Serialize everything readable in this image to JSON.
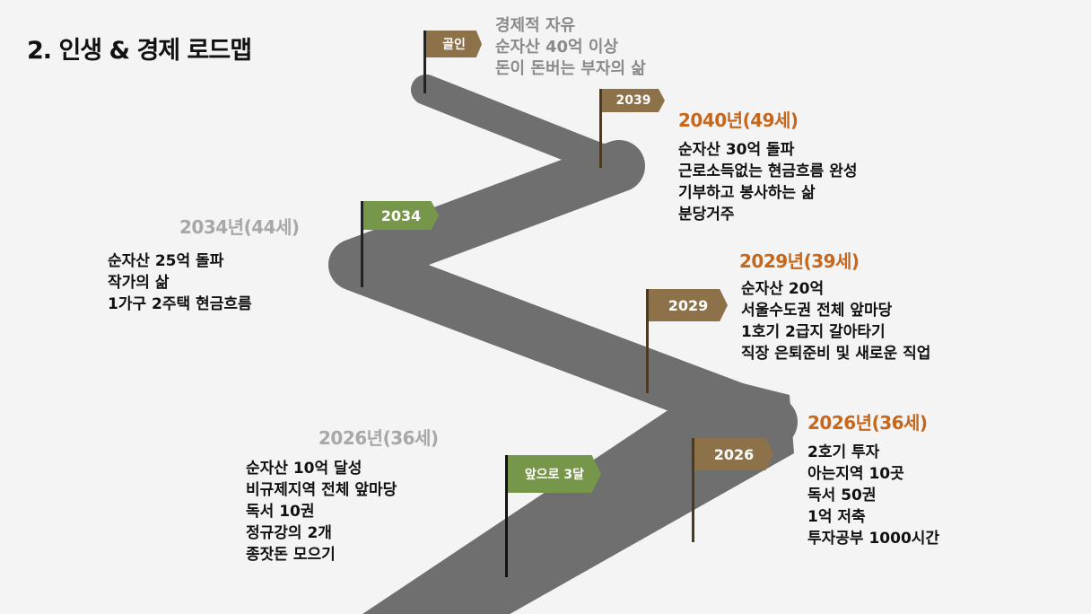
{
  "title": "2. 인생 & 경제 로드맵",
  "colors": {
    "road": "#6f6f6f",
    "brown_flag": "#8d7148",
    "green_flag": "#76964a",
    "orange_text": "#c8661a",
    "gray_text": "#a8a8a8"
  },
  "flags": {
    "goal": "골인",
    "f2039": "2039",
    "f2034": "2034",
    "f2029": "2029",
    "f2026": "2026",
    "now": "앞으로 3달"
  },
  "goal": {
    "lines": [
      "경제적 자유",
      "순자산 40억 이상",
      "돈이 돈버는 부자의 삶"
    ]
  },
  "m2040": {
    "year": "2040년(49세)",
    "lines": [
      "순자산 30억 돌파",
      "근로소득없는 현금흐름 완성",
      "기부하고 봉사하는 삶",
      "분당거주"
    ]
  },
  "m2034": {
    "year": "2034년(44세)",
    "lines": [
      "순자산 25억 돌파",
      "작가의 삶",
      "1가구 2주택 현금흐름"
    ]
  },
  "m2029": {
    "year": "2029년(39세)",
    "lines": [
      "순자산 20억",
      "서울수도권 전체 앞마당",
      "1호기 2급지 갈아타기",
      "직장 은퇴준비 및 새로운 직업"
    ]
  },
  "m2026r": {
    "year": "2026년(36세)",
    "lines": [
      "2호기 투자",
      "아는지역 10곳",
      "독서 50권",
      "1억 저축",
      "투자공부 1000시간"
    ]
  },
  "m2026l": {
    "year": "2026년(36세)",
    "lines": [
      "순자산 10억 달성",
      "비규제지역 전체 앞마당",
      "독서 10권",
      "정규강의 2개",
      "종잣돈 모으기"
    ]
  }
}
